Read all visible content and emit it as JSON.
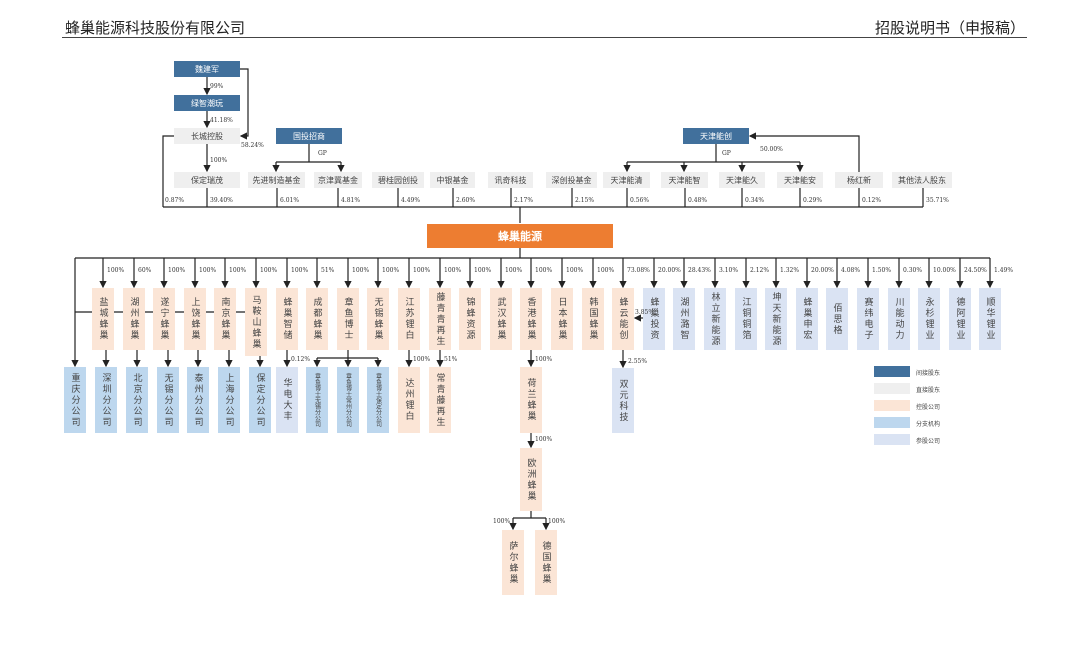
{
  "header": {
    "company": "蜂巢能源科技股份有限公司",
    "doc": "招股说明书（申报稿）"
  },
  "indirect": {
    "wei": "魏建军",
    "lvzhi": "绿智潮玩",
    "changcheng": "长城控股",
    "guotou": "国投招商",
    "tianjin_nengchuang": "天津能创",
    "pct_wei_lvzhi": "99%",
    "pct_lvzhi_changcheng": "41.18%",
    "pct_wei_changcheng": "58.24%",
    "pct_changcheng_ruimao": "100%",
    "gp1": "GP",
    "gp2": "GP",
    "pct_yang_nengchuang": "50.00%"
  },
  "direct": [
    {
      "name": "保定瑞茂",
      "pct": "39.40%"
    },
    {
      "name": "先进制造基金",
      "pct": "6.01%"
    },
    {
      "name": "京津冀基金",
      "pct": "4.81%"
    },
    {
      "name": "碧桂园创投",
      "pct": "4.49%"
    },
    {
      "name": "中银基金",
      "pct": "2.60%"
    },
    {
      "name": "讯奇科技",
      "pct": "2.17%"
    },
    {
      "name": "深创投基金",
      "pct": "2.15%"
    },
    {
      "name": "天津能清",
      "pct": "0.56%"
    },
    {
      "name": "天津能智",
      "pct": "0.48%"
    },
    {
      "name": "天津能久",
      "pct": "0.34%"
    },
    {
      "name": "天津能安",
      "pct": "0.29%"
    },
    {
      "name": "杨红新",
      "pct": "0.12%"
    },
    {
      "name": "其他法人股东",
      "pct": "35.71%"
    }
  ],
  "changcheng_direct_pct": "0.87%",
  "main_company": "蜂巢能源",
  "subsidiaries": [
    {
      "name": "盐城蜂巢",
      "pct": "100%",
      "type": "控股公司"
    },
    {
      "name": "湖州蜂巢",
      "pct": "60%",
      "type": "控股公司"
    },
    {
      "name": "遂宁蜂巢",
      "pct": "100%",
      "type": "控股公司"
    },
    {
      "name": "上饶蜂巢",
      "pct": "100%",
      "type": "控股公司"
    },
    {
      "name": "南京蜂巢",
      "pct": "100%",
      "type": "控股公司"
    },
    {
      "name": "马鞍山蜂巢",
      "pct": "100%",
      "type": "控股公司"
    },
    {
      "name": "蜂巢智储",
      "pct": "100%",
      "type": "控股公司"
    },
    {
      "name": "成都蜂巢",
      "pct": "51%",
      "type": "控股公司"
    },
    {
      "name": "章鱼博士",
      "pct": "100%",
      "type": "控股公司"
    },
    {
      "name": "无锡蜂巢",
      "pct": "100%",
      "type": "控股公司"
    },
    {
      "name": "江苏锂白",
      "pct": "100%",
      "type": "控股公司"
    },
    {
      "name": "藤青青再生",
      "pct": "100%",
      "type": "控股公司"
    },
    {
      "name": "锦蜂资源",
      "pct": "100%",
      "type": "控股公司"
    },
    {
      "name": "武汉蜂巢",
      "pct": "100%",
      "type": "控股公司"
    },
    {
      "name": "香港蜂巢",
      "pct": "100%",
      "type": "控股公司"
    },
    {
      "name": "日本蜂巢",
      "pct": "100%",
      "type": "控股公司"
    },
    {
      "name": "韩国蜂巢",
      "pct": "100%",
      "type": "控股公司"
    },
    {
      "name": "蜂云能创",
      "pct": "73.08%",
      "type": "控股公司"
    },
    {
      "name": "蜂巢投资",
      "pct": "20.00%",
      "type": "参股公司"
    },
    {
      "name": "湖州潞智",
      "pct": "28.43%",
      "type": "参股公司"
    },
    {
      "name": "林立新能源",
      "pct": "3.10%",
      "type": "参股公司"
    },
    {
      "name": "江铜铜箔",
      "pct": "2.12%",
      "type": "参股公司"
    },
    {
      "name": "坤天新能源",
      "pct": "1.32%",
      "type": "参股公司"
    },
    {
      "name": "蜂巢申宏",
      "pct": "20.00%",
      "type": "参股公司"
    },
    {
      "name": "佰思格",
      "pct": "4.08%",
      "type": "参股公司"
    },
    {
      "name": "赛纬电子",
      "pct": "1.50%",
      "type": "参股公司"
    },
    {
      "name": "川能动力",
      "pct": "0.30%",
      "type": "参股公司"
    },
    {
      "name": "永杉锂业",
      "pct": "10.00%",
      "type": "参股公司"
    },
    {
      "name": "德阿锂业",
      "pct": "24.50%",
      "type": "参股公司"
    },
    {
      "name": "顺华锂业",
      "pct": "1.49%",
      "type": "参股公司"
    }
  ],
  "branches": [
    "重庆分公司",
    "深圳分公司",
    "北京分公司",
    "无锡分公司",
    "泰州分公司",
    "上海分公司",
    "保定分公司"
  ],
  "second_level": {
    "huadian": {
      "name": "华电大丰",
      "pct": "0.12%"
    },
    "octopus_branches": [
      "章鱼博士无锡分公司",
      "章鱼博士常州分公司",
      "章鱼博士保定分公司"
    ],
    "dazhou": {
      "name": "达州锂白",
      "pct": "100%"
    },
    "changqing": {
      "name": "常青藤再生",
      "pct": "51%"
    },
    "netherlands": {
      "name": "荷兰蜂巢",
      "pct": "100%"
    },
    "europe": {
      "name": "欧洲蜂巢",
      "pct": "100%"
    },
    "saar": {
      "name": "萨尔蜂巢",
      "pct": "100%"
    },
    "germany": {
      "name": "德国蜂巢",
      "pct": "100%"
    },
    "shuangyuan": {
      "name": "双元科技",
      "pct": "2.55%"
    },
    "touzi_to_yunneng_pct": "3.85%"
  },
  "legend": [
    {
      "label": "间接股东",
      "color": "#41709c"
    },
    {
      "label": "直接股东",
      "color": "#efefef"
    },
    {
      "label": "控股公司",
      "color": "#fbe5d6"
    },
    {
      "label": "分支机构",
      "color": "#bdd7ee"
    },
    {
      "label": "参股公司",
      "color": "#dae3f3"
    }
  ]
}
